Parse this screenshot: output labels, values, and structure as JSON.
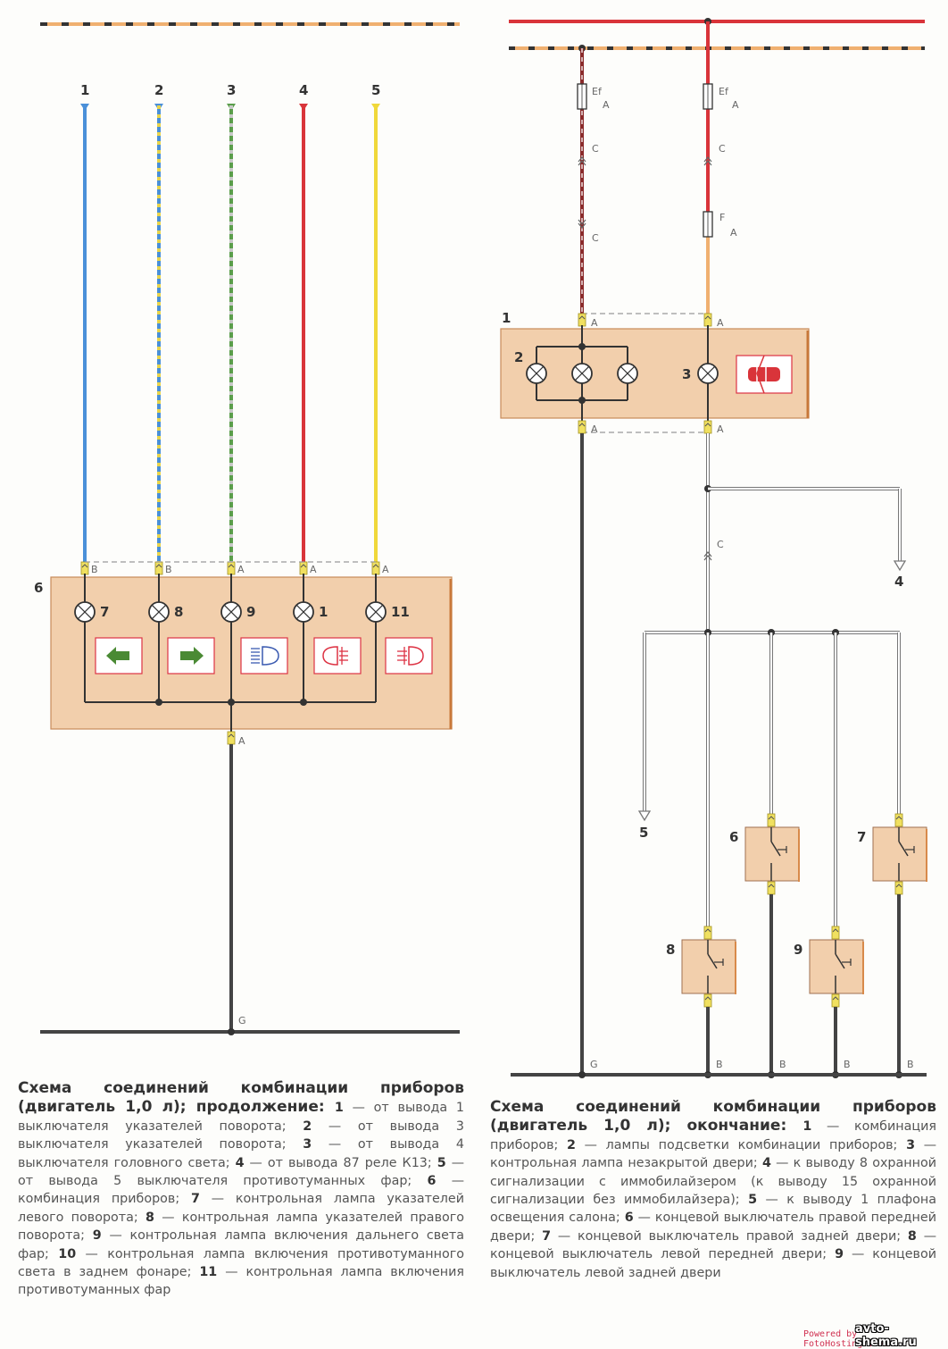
{
  "left_diagram": {
    "inputs": [
      {
        "num": "1",
        "color": "#4a90d9",
        "stripe": null,
        "pin": "B"
      },
      {
        "num": "2",
        "color": "#4a90d9",
        "stripe": "#e8d44a",
        "pin": "B"
      },
      {
        "num": "3",
        "color": "#5a9e4a",
        "stripe": "#c8c8c8",
        "pin": "A"
      },
      {
        "num": "4",
        "color": "#d9343a",
        "stripe": null,
        "pin": "A"
      },
      {
        "num": "5",
        "color": "#f0d83a",
        "stripe": null,
        "pin": "A"
      }
    ],
    "block_label": "6",
    "lamps": [
      "7",
      "8",
      "9",
      "1",
      "11"
    ],
    "indicators": [
      "left-turn-arrow-icon",
      "right-turn-arrow-icon",
      "high-beam-icon",
      "rear-fog-icon",
      "front-fog-icon"
    ],
    "out_pin": "A",
    "ground_label": "G"
  },
  "right_diagram": {
    "feeds": [
      {
        "fuse1": "Ef",
        "fuse1_pin": "A",
        "conn1": "C",
        "conn2": "C"
      },
      {
        "fuse1": "Ef",
        "fuse1_pin": "A",
        "conn1": "C",
        "fuse2": "F",
        "fuse2_pin": "A"
      }
    ],
    "block_label": "1",
    "group_label": "2",
    "door_lamp_label": "3",
    "pin_in": "A",
    "pin_out": "A",
    "conn_c": "C",
    "arrow_labels": [
      "4",
      "5"
    ],
    "switches": [
      "6",
      "7",
      "8",
      "9"
    ],
    "ground_labels": [
      "G",
      "B",
      "B",
      "B",
      "B"
    ]
  },
  "captions": {
    "left": {
      "title": "Схема соединений комбинации приборов (двигатель 1,0 л); продолжение:",
      "items": [
        {
          "n": "1",
          "t": "от вывода 1 выключателя указателей поворота;"
        },
        {
          "n": "2",
          "t": "от вывода 3 выключателя указателей поворота;"
        },
        {
          "n": "3",
          "t": "от вывода 4 выключателя головного света;"
        },
        {
          "n": "4",
          "t": "от вывода 87 реле К13;"
        },
        {
          "n": "5",
          "t": "от вывода 5 выключателя противотуманных фар;"
        },
        {
          "n": "6",
          "t": "комбинация приборов;"
        },
        {
          "n": "7",
          "t": "контрольная лампа указателей левого поворота;"
        },
        {
          "n": "8",
          "t": "контрольная лампа указателей правого поворота;"
        },
        {
          "n": "9",
          "t": "контрольная лампа включения дальнего света фар;"
        },
        {
          "n": "10",
          "t": "контрольная лампа включения противотуманного света в заднем фонаре;"
        },
        {
          "n": "11",
          "t": "контрольная лампа включения противотуманных фар"
        }
      ]
    },
    "right": {
      "title": "Схема соединений комбинации приборов (двигатель 1,0 л); окончание:",
      "items": [
        {
          "n": "1",
          "t": "комбинация приборов;"
        },
        {
          "n": "2",
          "t": "лампы подсветки комбинации приборов;"
        },
        {
          "n": "3",
          "t": "контрольная лампа незакрытой двери;"
        },
        {
          "n": "4",
          "t": "к выводу 8 охранной сигнализации с иммобилайзером (к выводу 15 охранной сигнализации без иммобилайзера);"
        },
        {
          "n": "5",
          "t": "к выводу 1 плафона освещения салона;"
        },
        {
          "n": "6",
          "t": "концевой выключатель правой передней двери;"
        },
        {
          "n": "7",
          "t": "концевой выключатель правой задней двери;"
        },
        {
          "n": "8",
          "t": "концевой выключатель левой передней двери;"
        },
        {
          "n": "9",
          "t": "концевой выключатель левой задней двери"
        }
      ]
    }
  },
  "watermark": {
    "powered": "Powered by FotoHostingTV.RU",
    "site": "avto-shema.ru"
  },
  "colors": {
    "block_fill": "#f2cfac",
    "block_border": "#c88a5a",
    "wire_dark": "#444444",
    "bus_red": "#d9343a",
    "bus_orange": "#f0b070",
    "connector": "#f0e060"
  }
}
